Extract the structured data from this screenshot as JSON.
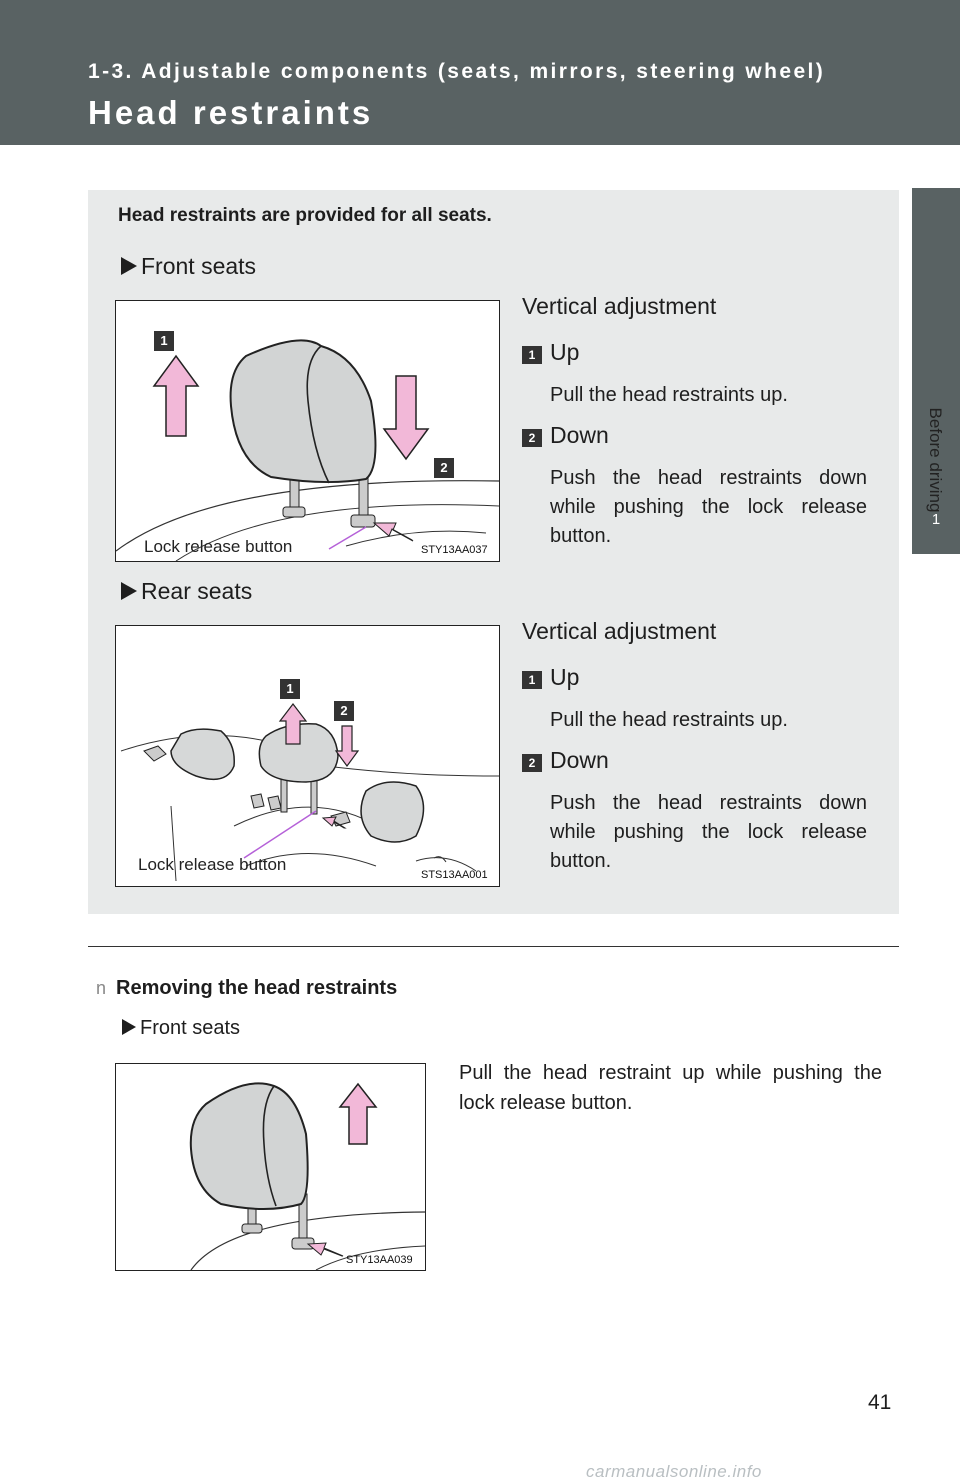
{
  "header": {
    "section_path": "1-3. Adjustable components (seats, mirrors, steering wheel)",
    "title": "Head restraints"
  },
  "side_tab": {
    "chapter_number": "1",
    "chapter_label": "Before driving"
  },
  "intro": "Head restraints are provided for all seats.",
  "front_seats": {
    "heading": "Front seats",
    "figure_code": "STY13AA037",
    "figure_label": "Lock release button",
    "adjustment_title": "Vertical adjustment",
    "steps": [
      {
        "num": "1",
        "label": "Up",
        "text": "Pull the head restraints up."
      },
      {
        "num": "2",
        "label": "Down",
        "text": "Push the head restraints down while pushing the lock release button."
      }
    ]
  },
  "rear_seats": {
    "heading": "Rear seats",
    "figure_code": "STS13AA001",
    "figure_label": "Lock release button",
    "adjustment_title": "Vertical adjustment",
    "steps": [
      {
        "num": "1",
        "label": "Up",
        "text": "Pull the head restraints up."
      },
      {
        "num": "2",
        "label": "Down",
        "text": "Push the head restraints down while pushing the lock release button."
      }
    ]
  },
  "removing": {
    "bullet": "n",
    "title": "Removing the head restraints",
    "subheading": "Front seats",
    "figure_code": "STY13AA039",
    "text": "Pull the head restraint up while pushing the lock release button."
  },
  "page_number": "41",
  "watermark": "carmanualsonline.info"
}
